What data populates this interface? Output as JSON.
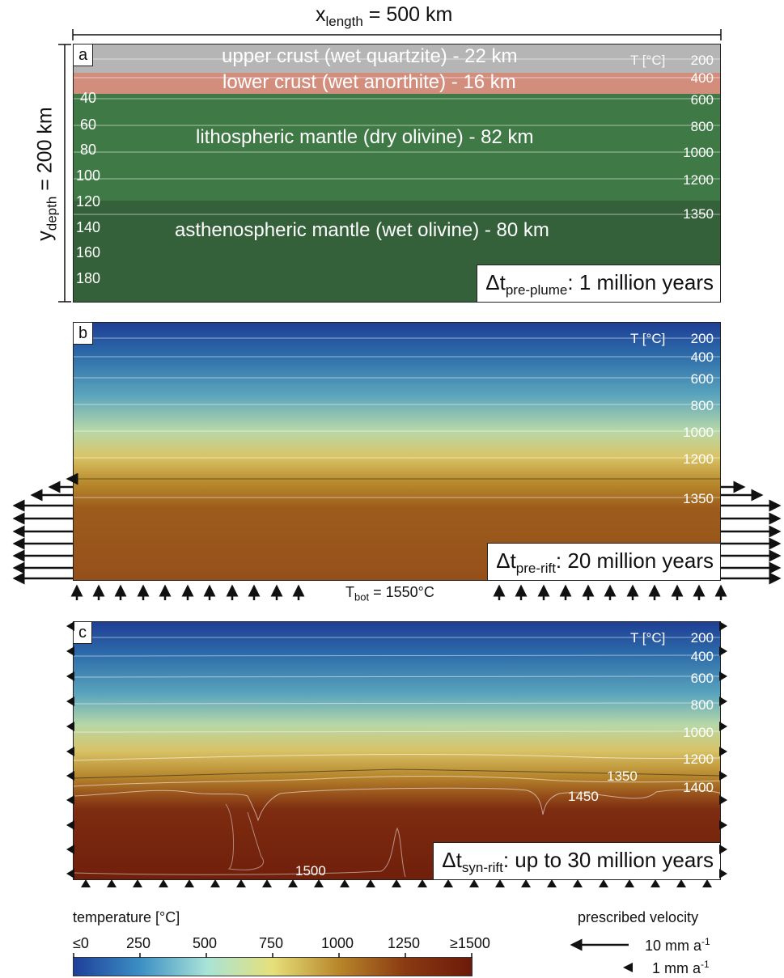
{
  "top": {
    "x_prefix": "x",
    "x_sub": "length",
    "x_rest": " = 500 km"
  },
  "side": {
    "y_prefix": "y",
    "y_sub": "depth",
    "y_rest": " = 200 km"
  },
  "panel_a": {
    "tag": "a",
    "layers": [
      "upper crust (wet quartzite) - 22 km",
      "lower crust (wet anorthite) - 16 km",
      "lithospheric mantle (dry olivine) - 82 km",
      "asthenospheric mantle (wet olivine) - 80 km"
    ],
    "depth_ticks": [
      "40",
      "60",
      "80",
      "100",
      "120",
      "140",
      "160",
      "180"
    ],
    "temp_header": "T [°C]",
    "isotherms": [
      "200",
      "400",
      "600",
      "800",
      "1000",
      "1200",
      "1350"
    ],
    "time_prefix": "Δt",
    "time_sub": "pre-plume",
    "time_rest": ": 1 million years",
    "colors": {
      "upper_crust": "#b8b8b8",
      "lower_crust": "#d9907f",
      "litho": "#3f7a46",
      "astheno": "#35603a"
    }
  },
  "panel_b": {
    "tag": "b",
    "temp_header": "T [°C]",
    "isotherms": [
      "200",
      "400",
      "600",
      "800",
      "1000",
      "1200",
      "1350"
    ],
    "time_prefix": "Δt",
    "time_sub": "pre-rift",
    "time_rest": ": 20 million years",
    "bottom_prefix": "T",
    "bottom_sub": "bot",
    "bottom_rest": " = 1550°C"
  },
  "panel_c": {
    "tag": "c",
    "temp_header": "T [°C]",
    "isotherms": [
      "200",
      "400",
      "600",
      "800",
      "1000",
      "1200",
      "1400"
    ],
    "inner_labels": [
      "1350",
      "1450",
      "1500"
    ],
    "time_prefix": "Δt",
    "time_sub": "syn-rift",
    "time_rest": ": up to 30 million years"
  },
  "colorbar": {
    "title": "temperature [°C]",
    "ticks": [
      "≤0",
      "250",
      "500",
      "750",
      "1000",
      "1250",
      "≥1500"
    ],
    "stops": [
      "#1f3f9a",
      "#3b8fc4",
      "#a8e3d8",
      "#e6e07a",
      "#b8862a",
      "#8a3a12",
      "#6d1a0a"
    ]
  },
  "velocity_legend": {
    "title": "prescribed velocity",
    "big_prefix": "10 mm a",
    "big_sup": "-1",
    "small_prefix": "1 mm a",
    "small_sup": "-1"
  }
}
